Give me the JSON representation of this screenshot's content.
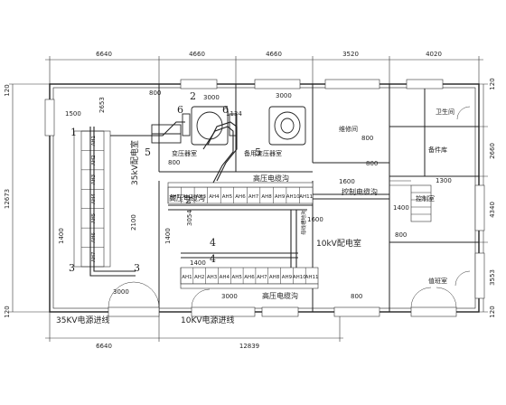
{
  "dimensions": {
    "top": [
      "6640",
      "4660",
      "4660",
      "3520",
      "4020"
    ],
    "bottom": [
      "6640",
      "12839"
    ],
    "left": [
      "120",
      "12673",
      "120"
    ],
    "right": [
      "120",
      "2660",
      "4340",
      "3553",
      "120"
    ],
    "inner": [
      "1500",
      "2653",
      "800",
      "800",
      "3000",
      "1134",
      "3000",
      "1400",
      "2100",
      "3000",
      "1400",
      "3054",
      "1400",
      "3000",
      "1600",
      "1600",
      "800",
      "800",
      "800",
      "1300",
      "800",
      "1400"
    ]
  },
  "rooms": {
    "transformer_room": "变压器室",
    "spare_transformer_room": "备用变压器室",
    "repair_room": "维修间",
    "washroom": "卫生间",
    "spare_parts_room": "备件库",
    "control_room": "控制室",
    "duty_room": "值班室",
    "kv35_room": "35kV配电室",
    "kv10_room": "10kV配电室"
  },
  "labels": {
    "hv_trench_top": "高压电缆沟",
    "hv_trench_left": "高压电缆沟",
    "hv_trench_bottom": "高压电缆沟",
    "control_trench": "控制电缆沟",
    "busbar_trench": "母线槽地沟",
    "incoming_35": "35KV电源进线",
    "incoming_10": "10KV电源进线"
  },
  "cabinets": {
    "kv35": [
      "AH1",
      "AH2",
      "AH3",
      "AH4",
      "AH5",
      "AH6",
      "AH7"
    ],
    "kv10_top": [
      "AH1",
      "AH2",
      "AH3",
      "AH4",
      "AH5",
      "AH6",
      "AH7",
      "AH8",
      "AH9",
      "AH10",
      "AH11"
    ],
    "kv10_bottom": [
      "AH1",
      "AH2",
      "AH3",
      "AH4",
      "AH5",
      "AH6",
      "AH7",
      "AH8",
      "AH9",
      "AH10",
      "AH11"
    ]
  },
  "markers": [
    "1",
    "2",
    "2",
    "3",
    "3",
    "4",
    "4",
    "5",
    "5",
    "6",
    "6"
  ]
}
